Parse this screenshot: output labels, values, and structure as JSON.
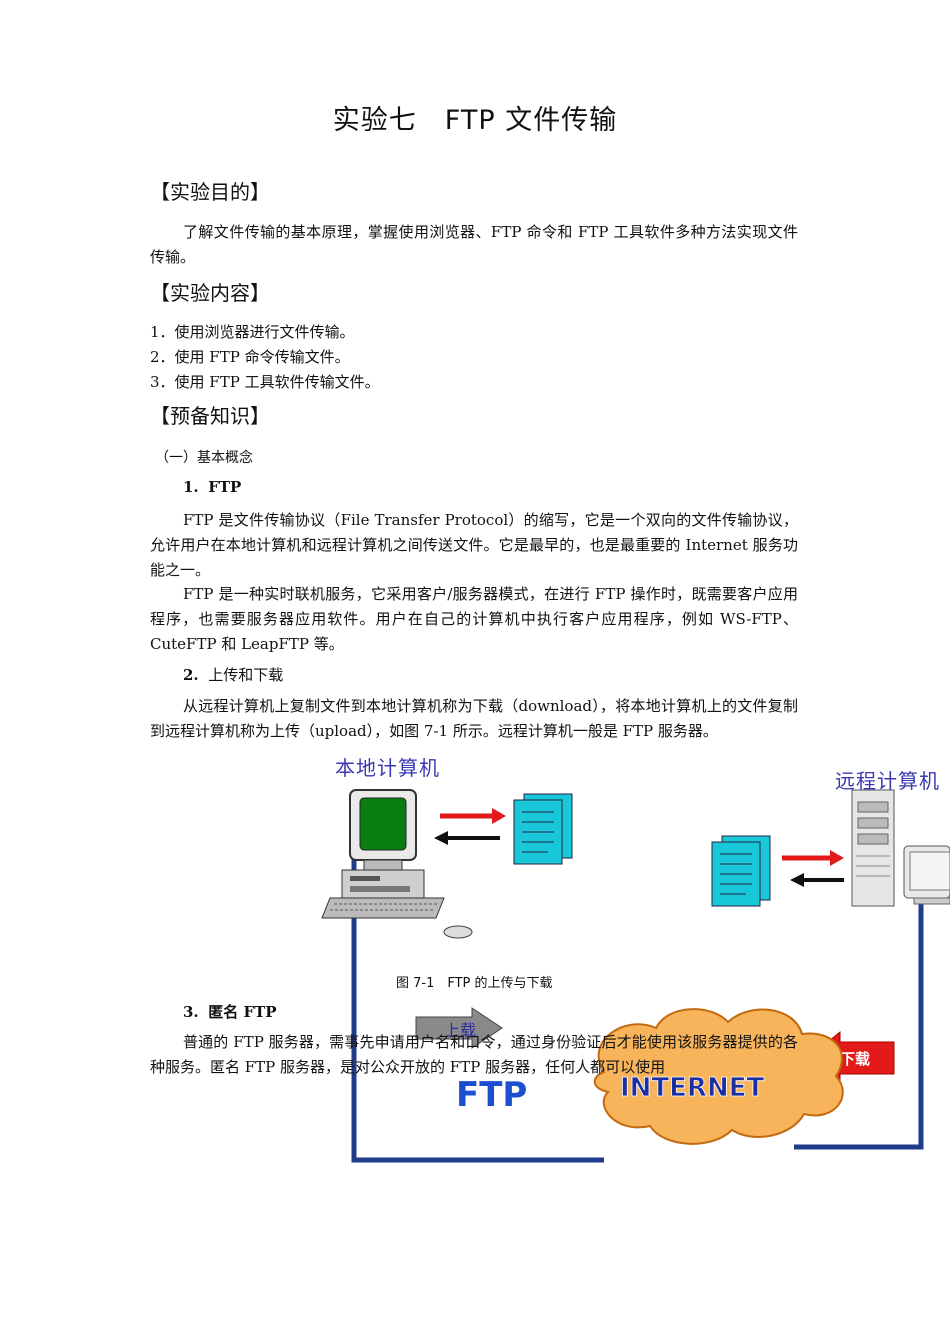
{
  "title": "实验七　FTP 文件传输",
  "sections": {
    "purpose_heading": "【实验目的】",
    "purpose_text": "了解文件传输的基本原理，掌握使用浏览器、FTP 命令和 FTP 工具软件多种方法实现文件传输。",
    "content_heading": "【实验内容】",
    "content_items": [
      "1．使用浏览器进行文件传输。",
      "2．使用 FTP 命令传输文件。",
      "3．使用 FTP 工具软件传输文件。"
    ],
    "prep_heading": "【预备知识】",
    "basic_concepts": "（一）基本概念",
    "ftp_num": "1.",
    "ftp_title": "FTP",
    "ftp_p1": "FTP 是文件传输协议（File Transfer Protocol）的缩写，它是一个双向的文件传输协议，允许用户在本地计算机和远程计算机之间传送文件。它是最早的，也是最重要的 Internet 服务功能之一。",
    "ftp_p2": "FTP 是一种实时联机服务，它采用客户/服务器模式，在进行 FTP 操作时，既需要客户应用程序，也需要服务器应用软件。用户在自己的计算机中执行客户应用程序，例如 WS-FTP、CuteFTP 和 LeapFTP 等。",
    "updown_num": "2.",
    "updown_title": "上传和下载",
    "updown_p": "从远程计算机上复制文件到本地计算机称为下载（download），将本地计算机上的文件复制到远程计算机称为上传（upload），如图 7-1 所示。远程计算机一般是 FTP 服务器。",
    "anon_num": "3.",
    "anon_title": "匿名 FTP",
    "anon_p": "普通的 FTP 服务器，需事先申请用户名和口令，通过身份验证后才能使用该服务器提供的各种服务。匿名 FTP 服务器，是对公众开放的 FTP 服务器，任何人都可以使用"
  },
  "figure": {
    "local_label": "本地计算机",
    "remote_label": "远程计算机",
    "upload_label": "上载",
    "download_label": "下载",
    "ftp_label": "FTP",
    "internet_label": "INTERNET",
    "caption": "图 7-1　FTP 的上传与下载"
  },
  "colors": {
    "line": "#1f3b8a",
    "cloud": "#f7b45a",
    "doc": "#19c8d8",
    "screen": "#0a7d12",
    "red_arrow": "#e21a1a"
  }
}
